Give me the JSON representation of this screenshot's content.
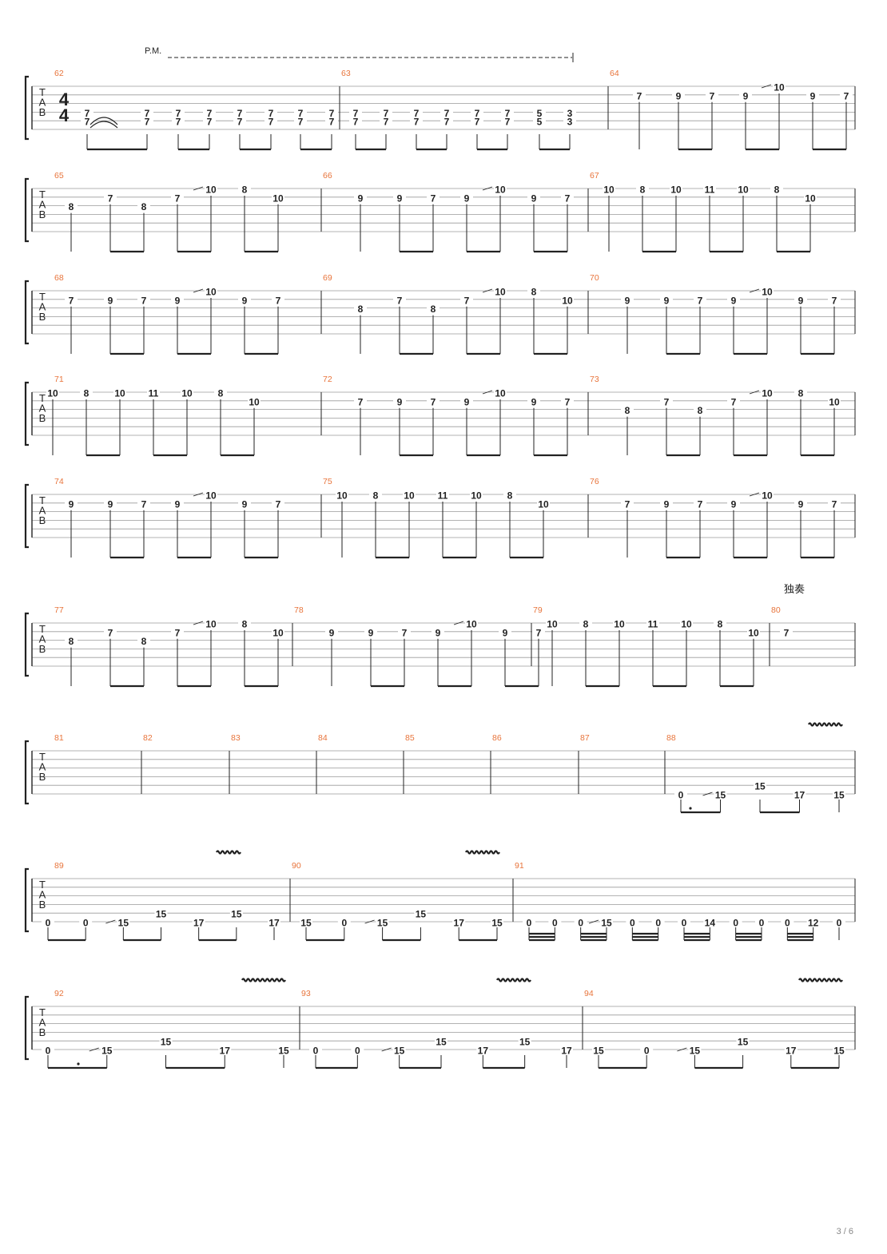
{
  "page": {
    "number": "3 / 6"
  },
  "labels": {
    "palm_mute": "P.M.",
    "solo": "独奏",
    "time_sig_top": "4",
    "time_sig_bottom": "4",
    "tab": [
      "T",
      "A",
      "B"
    ]
  },
  "colors": {
    "measure_number": "#e8743b",
    "ink": "#222222",
    "staff_line": "#9a9a9a"
  },
  "systems": [
    {
      "measures": [
        {
          "number": "62",
          "notes": [
            [
              "7",
              "7"
            ],
            [
              "7",
              "7"
            ],
            [
              "7",
              "7"
            ],
            [
              "7",
              "7"
            ],
            [
              "7",
              "7"
            ],
            [
              "7",
              "7"
            ],
            [
              "7",
              "7"
            ],
            [
              "7",
              "7"
            ]
          ]
        },
        {
          "number": "63",
          "notes": [
            [
              "7",
              "7"
            ],
            [
              "7",
              "7"
            ],
            [
              "7",
              "7"
            ],
            [
              "7",
              "7"
            ],
            [
              "7",
              "7"
            ],
            [
              "7",
              "7"
            ],
            [
              "5",
              "5"
            ],
            [
              "3",
              "3"
            ]
          ]
        },
        {
          "number": "64",
          "notes": [
            "7",
            "9",
            "7",
            "9",
            "10",
            "9",
            "7"
          ]
        }
      ]
    },
    {
      "measures": [
        {
          "number": "65",
          "notes": [
            "8",
            "7",
            "8",
            "7",
            "10",
            "8",
            "10"
          ]
        },
        {
          "number": "66",
          "notes": [
            "9",
            "9",
            "7",
            "9",
            "10",
            "9",
            "7"
          ]
        },
        {
          "number": "67",
          "notes": [
            "10",
            "8",
            "10",
            "11",
            "10",
            "8",
            "10"
          ]
        }
      ]
    },
    {
      "measures": [
        {
          "number": "68",
          "notes": [
            "7",
            "9",
            "7",
            "9",
            "10",
            "9",
            "7"
          ]
        },
        {
          "number": "69",
          "notes": [
            "8",
            "7",
            "8",
            "7",
            "10",
            "8",
            "10"
          ]
        },
        {
          "number": "70",
          "notes": [
            "9",
            "9",
            "7",
            "9",
            "10",
            "9",
            "7"
          ]
        }
      ]
    },
    {
      "measures": [
        {
          "number": "71",
          "notes": [
            "10",
            "8",
            "10",
            "11",
            "10",
            "8",
            "10"
          ]
        },
        {
          "number": "72",
          "notes": [
            "7",
            "9",
            "7",
            "9",
            "10",
            "9",
            "7"
          ]
        },
        {
          "number": "73",
          "notes": [
            "8",
            "7",
            "8",
            "7",
            "10",
            "8",
            "10"
          ]
        }
      ]
    },
    {
      "measures": [
        {
          "number": "74",
          "notes": [
            "9",
            "9",
            "7",
            "9",
            "10",
            "9",
            "7"
          ]
        },
        {
          "number": "75",
          "notes": [
            "10",
            "8",
            "10",
            "11",
            "10",
            "8",
            "10"
          ]
        },
        {
          "number": "76",
          "notes": [
            "7",
            "9",
            "7",
            "9",
            "10",
            "9",
            "7"
          ]
        }
      ]
    },
    {
      "measures": [
        {
          "number": "77",
          "notes": [
            "8",
            "7",
            "8",
            "7",
            "10",
            "8",
            "10"
          ]
        },
        {
          "number": "78",
          "notes": [
            "9",
            "9",
            "7",
            "9",
            "10",
            "9",
            "7"
          ]
        },
        {
          "number": "79",
          "notes": [
            "10",
            "8",
            "10",
            "11",
            "10",
            "8",
            "10"
          ]
        },
        {
          "number": "80",
          "notes": [
            "7"
          ]
        }
      ]
    },
    {
      "measures": [
        {
          "number": "81",
          "notes": []
        },
        {
          "number": "82",
          "notes": []
        },
        {
          "number": "83",
          "notes": []
        },
        {
          "number": "84",
          "notes": []
        },
        {
          "number": "85",
          "notes": []
        },
        {
          "number": "86",
          "notes": []
        },
        {
          "number": "87",
          "notes": []
        },
        {
          "number": "88",
          "notes": [
            "0",
            "15",
            "15",
            "17",
            "15"
          ]
        }
      ]
    },
    {
      "measures": [
        {
          "number": "89",
          "notes": [
            "0",
            "0",
            "15",
            "15",
            "17",
            "15",
            "17"
          ]
        },
        {
          "number": "90",
          "notes": [
            "15",
            "0",
            "15",
            "15",
            "17",
            "15"
          ]
        },
        {
          "number": "91",
          "notes": [
            "0",
            "0",
            "0",
            "15",
            "0",
            "0",
            "0",
            "14",
            "0",
            "0",
            "0",
            "12",
            "0"
          ]
        }
      ]
    },
    {
      "measures": [
        {
          "number": "92",
          "notes": [
            "0",
            "15",
            "15",
            "17",
            "15"
          ]
        },
        {
          "number": "93",
          "notes": [
            "0",
            "0",
            "15",
            "15",
            "17",
            "15",
            "17"
          ]
        },
        {
          "number": "94",
          "notes": [
            "15",
            "0",
            "15",
            "15",
            "17",
            "15"
          ]
        }
      ]
    }
  ]
}
